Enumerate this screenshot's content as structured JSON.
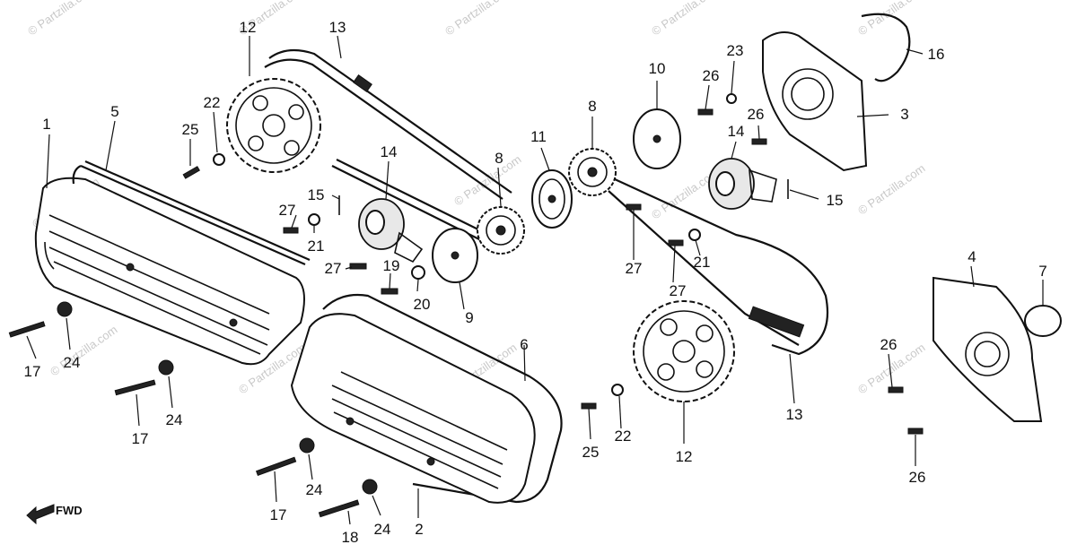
{
  "diagram": {
    "labels": [
      {
        "id": "l1",
        "text": "1"
      },
      {
        "id": "l2",
        "text": "2"
      },
      {
        "id": "l3",
        "text": "3"
      },
      {
        "id": "l4",
        "text": "4"
      },
      {
        "id": "l5",
        "text": "5"
      },
      {
        "id": "l6",
        "text": "6"
      },
      {
        "id": "l7",
        "text": "7"
      },
      {
        "id": "l8a",
        "text": "8"
      },
      {
        "id": "l8b",
        "text": "8"
      },
      {
        "id": "l9",
        "text": "9"
      },
      {
        "id": "l10",
        "text": "10"
      },
      {
        "id": "l11",
        "text": "11"
      },
      {
        "id": "l12a",
        "text": "12"
      },
      {
        "id": "l12b",
        "text": "12"
      },
      {
        "id": "l13a",
        "text": "13"
      },
      {
        "id": "l13b",
        "text": "13"
      },
      {
        "id": "l14a",
        "text": "14"
      },
      {
        "id": "l14b",
        "text": "14"
      },
      {
        "id": "l15a",
        "text": "15"
      },
      {
        "id": "l15b",
        "text": "15"
      },
      {
        "id": "l16",
        "text": "16"
      },
      {
        "id": "l17a",
        "text": "17"
      },
      {
        "id": "l17b",
        "text": "17"
      },
      {
        "id": "l17c",
        "text": "17"
      },
      {
        "id": "l18",
        "text": "18"
      },
      {
        "id": "l19",
        "text": "19"
      },
      {
        "id": "l20",
        "text": "20"
      },
      {
        "id": "l21a",
        "text": "21"
      },
      {
        "id": "l21b",
        "text": "21"
      },
      {
        "id": "l22a",
        "text": "22"
      },
      {
        "id": "l22b",
        "text": "22"
      },
      {
        "id": "l23",
        "text": "23"
      },
      {
        "id": "l24a",
        "text": "24"
      },
      {
        "id": "l24b",
        "text": "24"
      },
      {
        "id": "l24c",
        "text": "24"
      },
      {
        "id": "l24d",
        "text": "24"
      },
      {
        "id": "l25a",
        "text": "25"
      },
      {
        "id": "l25b",
        "text": "25"
      },
      {
        "id": "l26a",
        "text": "26"
      },
      {
        "id": "l26b",
        "text": "26"
      },
      {
        "id": "l26c",
        "text": "26"
      },
      {
        "id": "l26d",
        "text": "26"
      },
      {
        "id": "l27a",
        "text": "27"
      },
      {
        "id": "l27b",
        "text": "27"
      },
      {
        "id": "l27c",
        "text": "27"
      },
      {
        "id": "l27d",
        "text": "27"
      }
    ],
    "fwd": "FWD",
    "watermark": "© Partzilla.com"
  }
}
